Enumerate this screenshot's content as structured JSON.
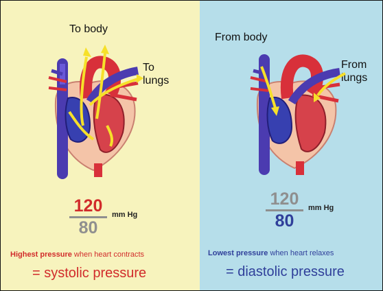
{
  "left": {
    "label_top": "To body",
    "label_side_1": "To",
    "label_side_2": "lungs",
    "systolic": "120",
    "diastolic": "80",
    "unit": "mm Hg",
    "caption_bold": "Highest pressure",
    "caption_rest": " when heart contracts",
    "term": "= systolic pressure"
  },
  "right": {
    "label_top": "From body",
    "label_side_1": "From",
    "label_side_2": "lungs",
    "systolic": "120",
    "diastolic": "80",
    "unit": "mm Hg",
    "caption_bold": "Lowest pressure",
    "caption_rest": " when heart relaxes",
    "term": "= diastolic pressure"
  },
  "colors": {
    "left_bg": "#f7f3bd",
    "right_bg": "#b6deea",
    "systolic_red": "#d12b2b",
    "diastolic_blue": "#2f3f9a",
    "muted_gray": "#8f8f8f",
    "arrow_yellow": "#f6e02a"
  }
}
